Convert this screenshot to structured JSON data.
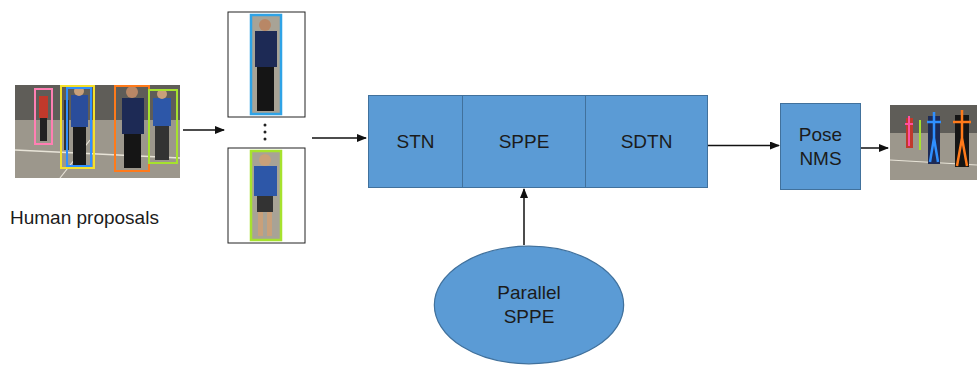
{
  "diagram": {
    "nodes": [
      {
        "text": [
          "STN"
        ]
      },
      {
        "text": [
          "SPPE"
        ]
      },
      {
        "text": [
          "SDTN"
        ]
      },
      {
        "text": [
          "Parallel SPPE"
        ]
      },
      {
        "text": [
          "Pose NMS"
        ]
      }
    ],
    "edges": [
      {
        "from": 3,
        "to": 1,
        "arrow": "to"
      },
      {
        "from": 2,
        "to": 4,
        "arrow": "to"
      }
    ],
    "labels": [
      "Human proposals"
    ]
  }
}
